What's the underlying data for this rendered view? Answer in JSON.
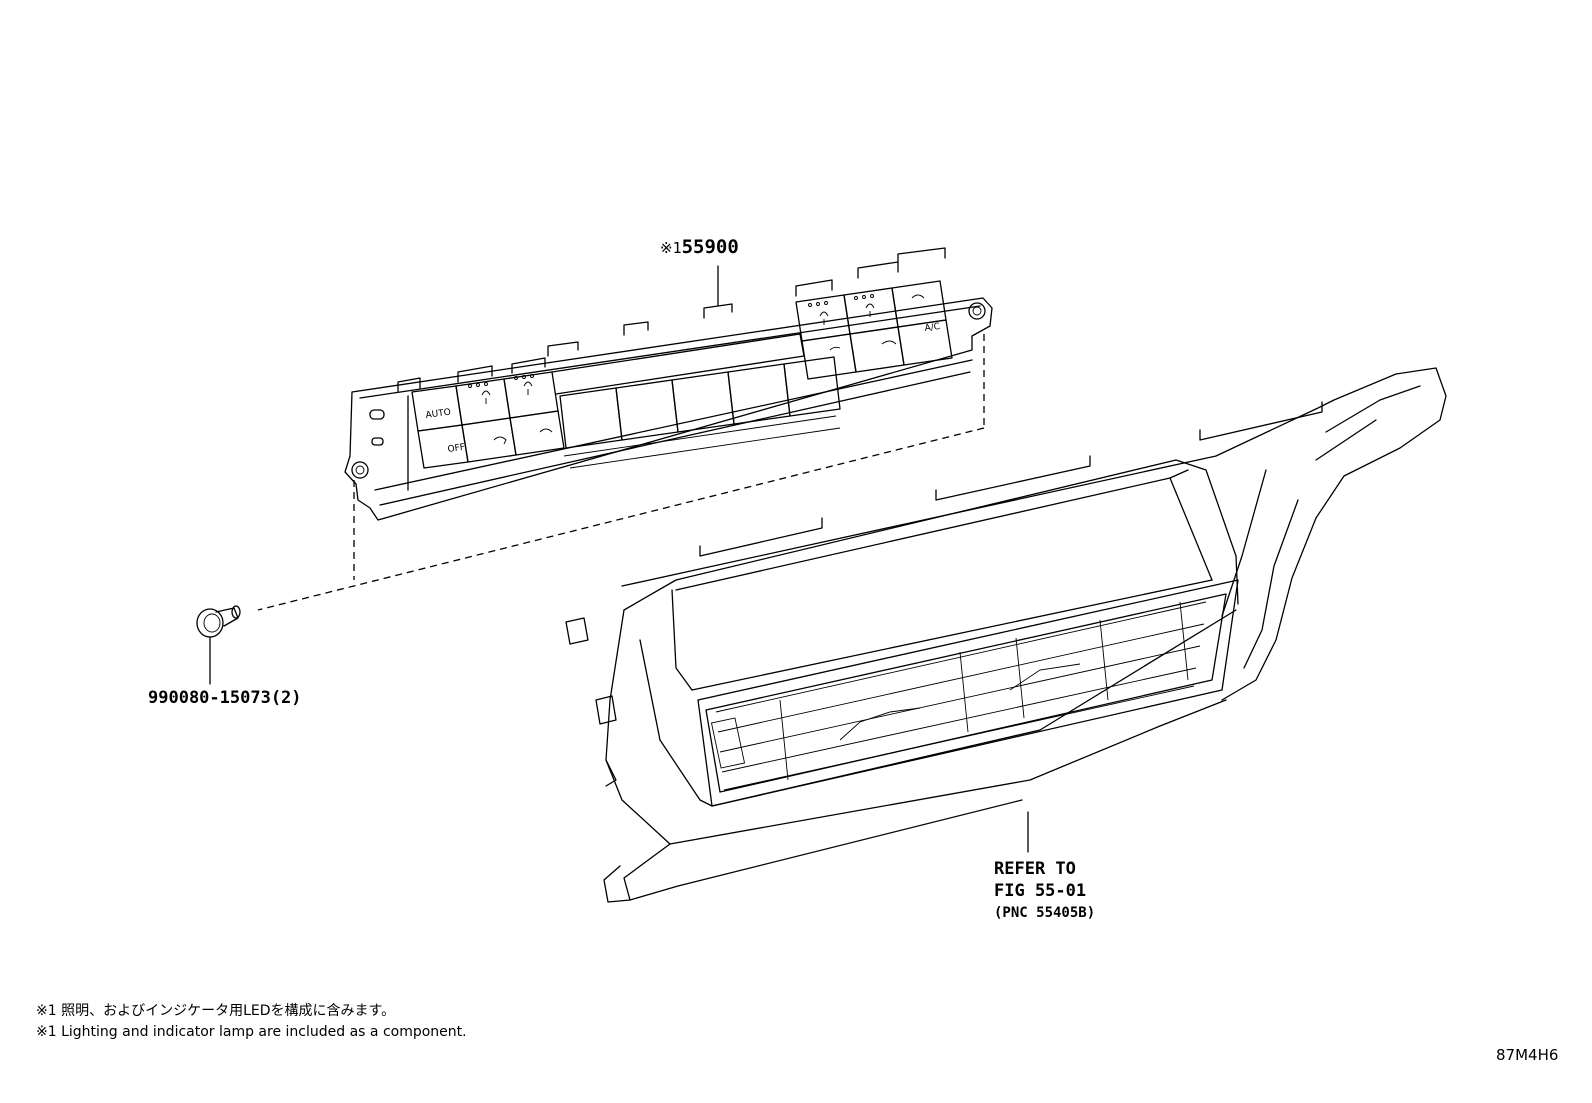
{
  "labels": {
    "switch_part": {
      "prefix": "※1",
      "number": "55900"
    },
    "clip_part": "990080-15073(2)",
    "refer": {
      "line1": "REFER TO",
      "line2": "FIG 55-01",
      "line3": "(PNC 55405B)"
    }
  },
  "notes": {
    "jp": "※1 照明、およびインジケータ用LEDを構成に含みます。",
    "en": "※1 Lighting and indicator lamp are included as a component."
  },
  "figure_code": "87M4H6",
  "buttons": {
    "auto": "AUTO",
    "off": "OFF",
    "ac": "A/C"
  },
  "colors": {
    "ink": "#000000",
    "paper": "#ffffff"
  }
}
